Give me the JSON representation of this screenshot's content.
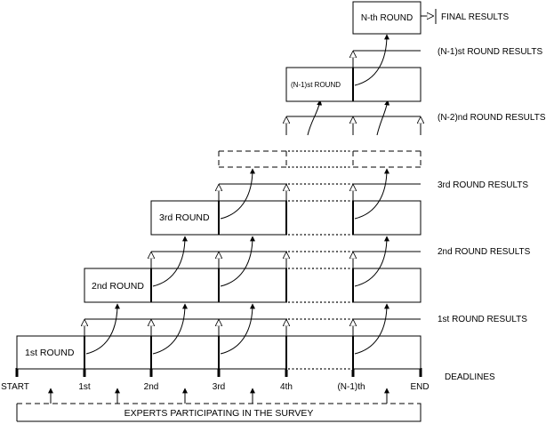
{
  "rounds": {
    "first": "1st ROUND",
    "second": "2nd ROUND",
    "third": "3rd ROUND",
    "n_minus_1": "(N-1)st ROUND",
    "nth": "N-th ROUND"
  },
  "results": {
    "final": "FINAL RESULTS",
    "n_minus_1": "(N-1)st ROUND RESULTS",
    "n_minus_2": "(N-2)nd ROUND RESULTS",
    "third": "3rd ROUND RESULTS",
    "second": "2nd ROUND RESULTS",
    "first": "1st ROUND RESULTS"
  },
  "deadlines": {
    "label": "DEADLINES",
    "start": "START",
    "d1": "1st",
    "d2": "2nd",
    "d3": "3rd",
    "d4": "4th",
    "dn": "(N-1)th",
    "end": "END"
  },
  "experts": {
    "label": "EXPERTS PARTICIPATING IN THE SURVEY"
  }
}
